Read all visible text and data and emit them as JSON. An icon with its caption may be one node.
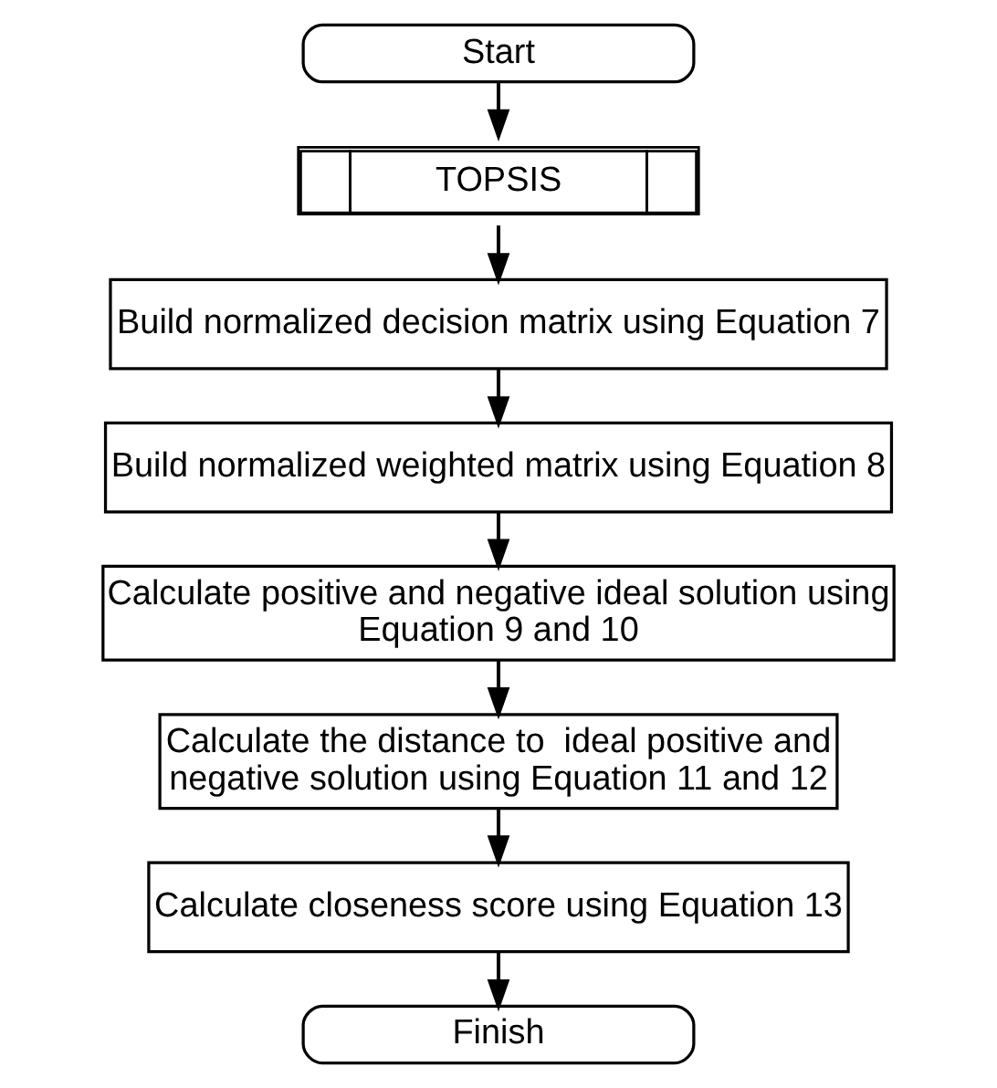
{
  "diagram": {
    "nodes": [
      {
        "text": [
          "Start"
        ]
      },
      {
        "text": [
          "TOPSIS"
        ]
      },
      {
        "text": [
          "Build normalized decision matrix using Equation 7"
        ]
      },
      {
        "text": [
          "Build normalized weighted matrix using Equation 8"
        ]
      },
      {
        "text": [
          "Calculate positive and negative ideal solution using Equation 9 and 10"
        ]
      },
      {
        "text": [
          "Calculate the distance to  ideal positive and negative solution using Equation 11 and 12"
        ]
      },
      {
        "text": [
          "Calculate closeness score using Equation 13"
        ]
      },
      {
        "text": [
          "Finish"
        ]
      }
    ],
    "edges": [
      {
        "from": 0,
        "to": 1,
        "arrow": "to"
      },
      {
        "from": 1,
        "to": 2,
        "arrow": "to"
      },
      {
        "from": 2,
        "to": 3,
        "arrow": "to"
      },
      {
        "from": 3,
        "to": 4,
        "arrow": "to"
      },
      {
        "from": 4,
        "to": 5,
        "arrow": "to"
      },
      {
        "from": 5,
        "to": 6,
        "arrow": "to"
      },
      {
        "from": 6,
        "to": 7,
        "arrow": "to"
      }
    ]
  }
}
